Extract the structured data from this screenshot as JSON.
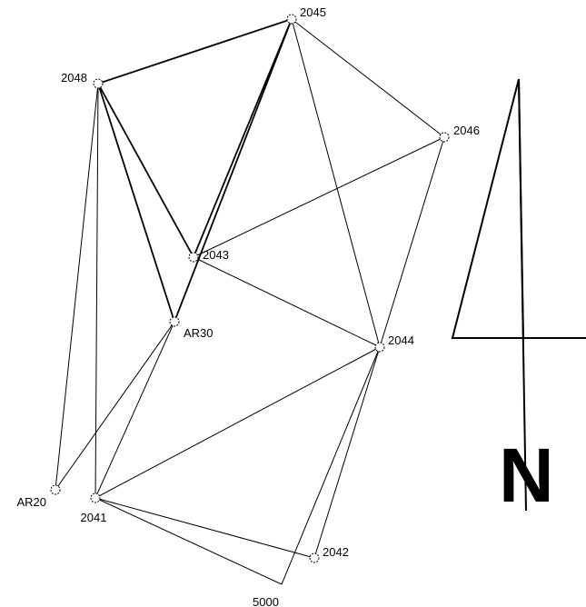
{
  "stations": [
    {
      "id": "2045",
      "label": "2045"
    },
    {
      "id": "2048",
      "label": "2048"
    },
    {
      "id": "2046",
      "label": "2046"
    },
    {
      "id": "2043",
      "label": "2043"
    },
    {
      "id": "AR30",
      "label": "AR30"
    },
    {
      "id": "2044",
      "label": "2044"
    },
    {
      "id": "AR20",
      "label": "AR20"
    },
    {
      "id": "2041",
      "label": "2041"
    },
    {
      "id": "2042",
      "label": "2042"
    },
    {
      "id": "5000",
      "label": "5000"
    }
  ],
  "connections": [
    [
      "2048",
      "2045"
    ],
    [
      "2045",
      "2046"
    ],
    [
      "2045",
      "2043"
    ],
    [
      "2045",
      "AR30"
    ],
    [
      "2045",
      "2044"
    ],
    [
      "2048",
      "2043"
    ],
    [
      "2048",
      "AR30"
    ],
    [
      "2048",
      "AR20"
    ],
    [
      "2048",
      "2041"
    ],
    [
      "2046",
      "2043"
    ],
    [
      "2046",
      "2044"
    ],
    [
      "2043",
      "2044"
    ],
    [
      "AR30",
      "AR20"
    ],
    [
      "AR30",
      "2041"
    ],
    [
      "2044",
      "2041"
    ],
    [
      "2044",
      "2042"
    ],
    [
      "2044",
      "5000"
    ],
    [
      "2041",
      "2042"
    ],
    [
      "2041",
      "5000"
    ]
  ],
  "north_arrow": {
    "letter": "N"
  }
}
